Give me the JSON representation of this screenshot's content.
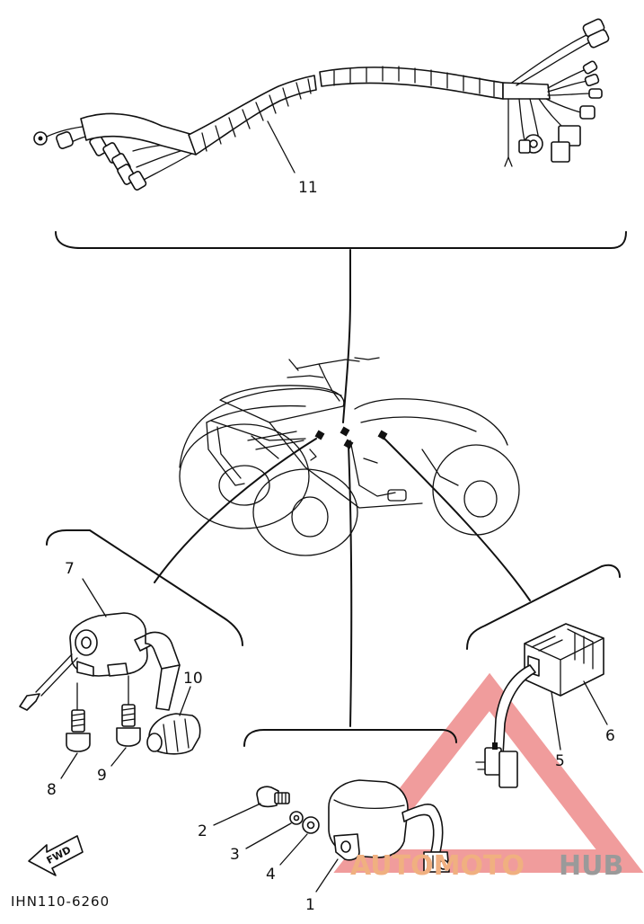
{
  "diagram": {
    "code": "IHN110-6260",
    "fwd_label": "FWD",
    "callouts": {
      "c1": "1",
      "c2": "2",
      "c3": "3",
      "c4": "4",
      "c5": "5",
      "c6": "6",
      "c7": "7",
      "c8": "8",
      "c9": "9",
      "c10": "10",
      "c11": "11"
    }
  },
  "watermark": {
    "part_a": "AUTOMOTO",
    "part_b": "HUB",
    "color_red": "#e44b4b",
    "color_orange": "#f0b080",
    "color_gray": "#9a9a9a"
  }
}
